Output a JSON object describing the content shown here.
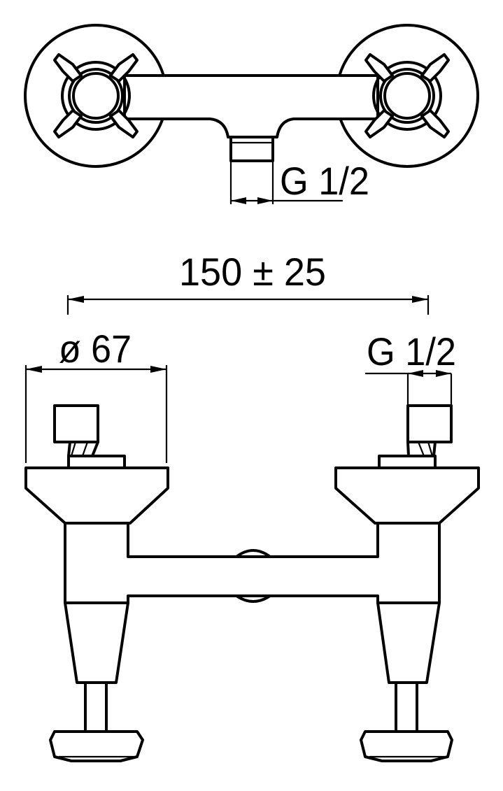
{
  "dimensions": {
    "top_outlet": "G 1/2",
    "center_distance": "150 ± 25",
    "rosette_diameter": "ø 67",
    "side_inlet": "G 1/2"
  },
  "colors": {
    "line": "#000000",
    "background": "#ffffff"
  }
}
